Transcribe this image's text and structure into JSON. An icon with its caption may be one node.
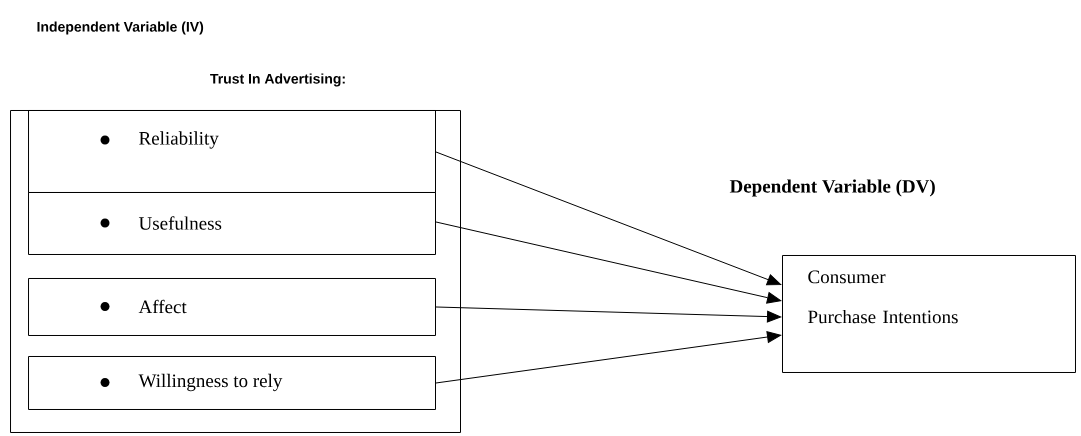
{
  "diagram": {
    "nodes": [
      {
        "text": [
          "Trust In Advertising:"
        ]
      },
      {
        "text": [
          "Reliability"
        ],
        "in": 0
      },
      {
        "text": [
          "Usefulness"
        ],
        "in": 0
      },
      {
        "text": [
          "Affect"
        ],
        "in": 0
      },
      {
        "text": [
          "Willingness to rely"
        ],
        "in": 0
      },
      {
        "text": [
          "Dependent Variable (DV)",
          "Consumer Purchase Intentions"
        ]
      }
    ],
    "edges": [
      {
        "from": 1,
        "to": 5,
        "arrow": "to"
      },
      {
        "from": 2,
        "to": 5,
        "arrow": "to"
      },
      {
        "from": 3,
        "to": 5,
        "arrow": "to"
      },
      {
        "from": 4,
        "to": 5,
        "arrow": "to"
      }
    ],
    "labels": [
      "Independent Variable (IV)"
    ]
  }
}
